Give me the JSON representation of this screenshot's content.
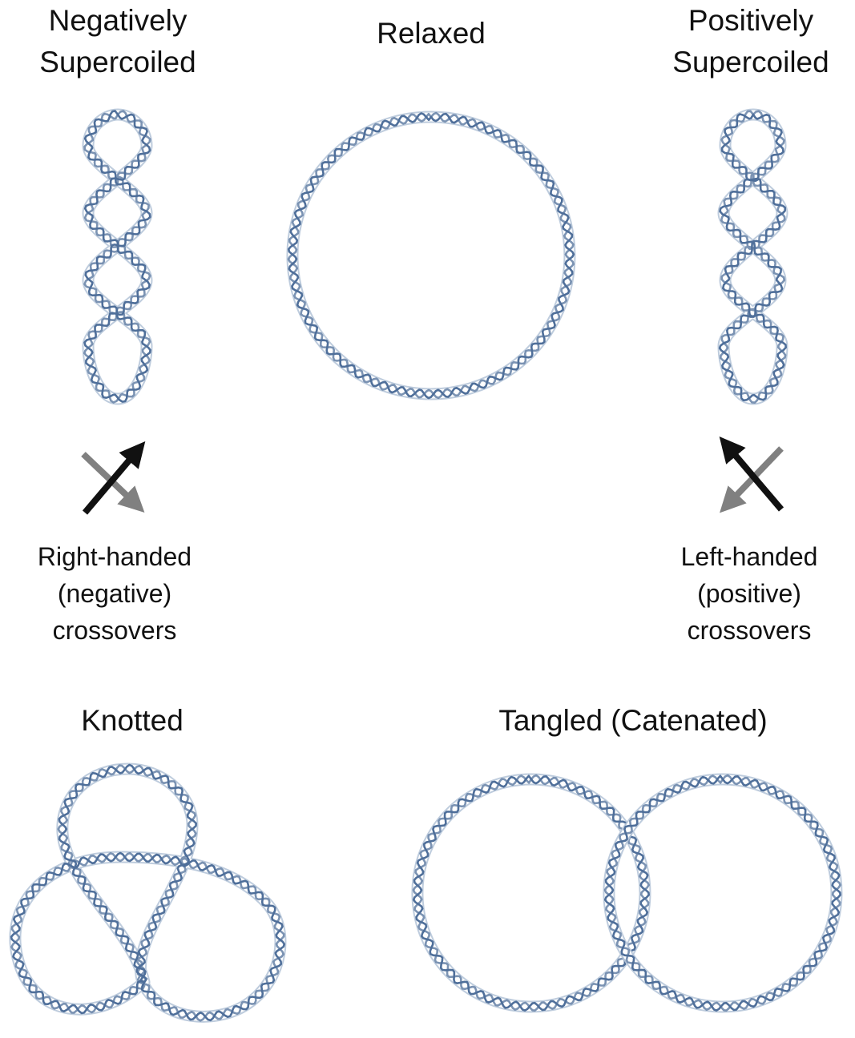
{
  "labels": {
    "negative_supercoiled": [
      "Negatively",
      "Supercoiled"
    ],
    "relaxed": "Relaxed",
    "positive_supercoiled": [
      "Positively",
      "Supercoiled"
    ],
    "right_handed": [
      "Right-handed",
      "(negative)",
      "crossovers"
    ],
    "left_handed": [
      "Left-handed",
      "(positive)",
      "crossovers"
    ],
    "knotted": "Knotted",
    "tangled": "Tangled (Catenated)"
  },
  "colors": {
    "dna_strand": "#4f6f9a",
    "dna_outline": "#b7c6d9",
    "arrow_black": "#111111",
    "arrow_gray": "#808080",
    "text": "#111111"
  },
  "icons": [
    "dna-double-helix",
    "crossover-arrow"
  ]
}
